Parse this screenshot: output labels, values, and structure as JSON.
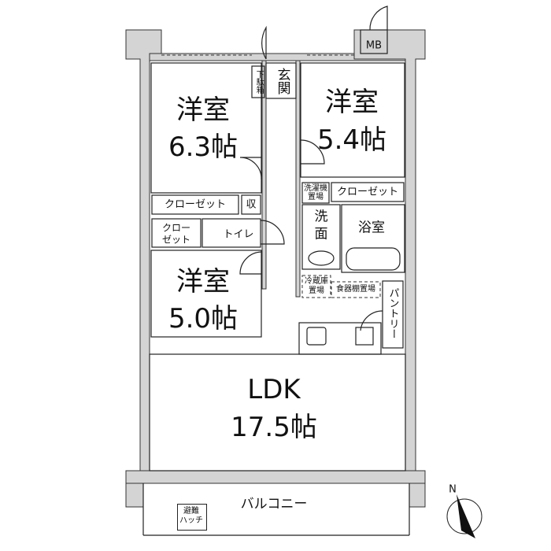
{
  "rooms": {
    "western_room_1": {
      "name": "洋室",
      "size": "6.3帖"
    },
    "western_room_2": {
      "name": "洋室",
      "size": "5.4帖"
    },
    "western_room_3": {
      "name": "洋室",
      "size": "5.0帖"
    },
    "ldk": {
      "name": "LDK",
      "size": "17.5帖"
    },
    "entrance": "玄関",
    "shoe_box": "下駄箱",
    "closet_1": "クローゼット",
    "storage": "収",
    "closet_2_line1": "クロー",
    "closet_2_line2": "ゼット",
    "toilet": "トイレ",
    "laundry_line1": "洗濯機",
    "laundry_line2": "置場",
    "closet_3": "クローゼット",
    "washroom_line1": "洗",
    "washroom_line2": "面",
    "bathroom": "浴室",
    "fridge_line1": "冷蔵庫",
    "fridge_line2": "置場",
    "cupboard": "食器棚置場",
    "pantry": "パントリー",
    "balcony": "バルコニー",
    "hatch_line1": "避難",
    "hatch_line2": "ハッチ",
    "meter_box": "MB"
  },
  "compass": {
    "north_label": "N"
  },
  "colors": {
    "wall": "#d4d4d4",
    "line": "#222222"
  }
}
